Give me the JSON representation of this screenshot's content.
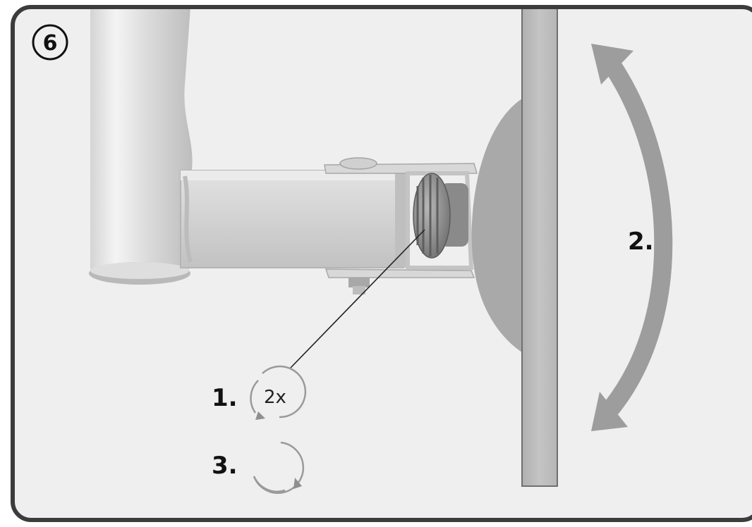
{
  "step": {
    "number": "6"
  },
  "labels": {
    "tilt_motion": "2.",
    "loosen": "1.",
    "loosen_turns": "2x",
    "tighten": "3."
  },
  "colors": {
    "frame_border": "#3c3c3c",
    "background": "#efefef",
    "arrow": "#9d9d9d",
    "metal_light": "#e4e4e4",
    "metal_mid": "#c9c9c9",
    "panel": "#bdbdbd",
    "text": "#111111"
  }
}
